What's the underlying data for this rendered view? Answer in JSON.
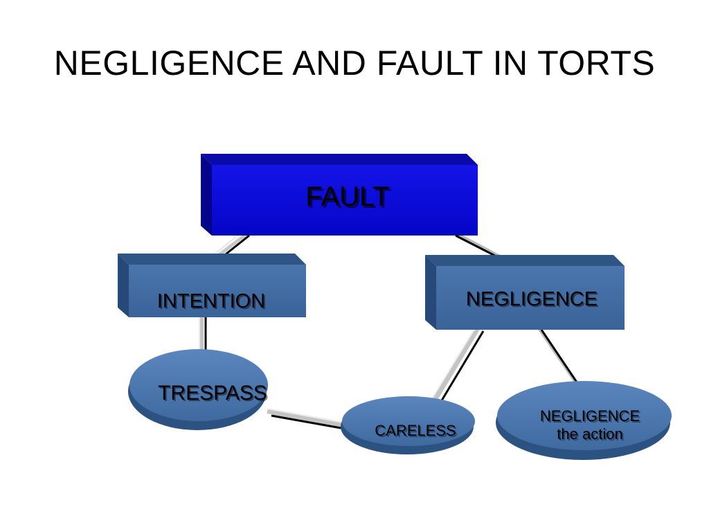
{
  "slide": {
    "title": "NEGLIGENCE AND FAULT IN TORTS"
  },
  "diagram": {
    "nodes": {
      "fault": {
        "label": "FAULT",
        "shape": "3d-box",
        "color": "#0a0ad8"
      },
      "intention": {
        "label": "INTENTION",
        "shape": "3d-box",
        "color": "#3f6aa0"
      },
      "negligence": {
        "label": "NEGLIGENCE",
        "shape": "3d-box",
        "color": "#3f6aa0"
      },
      "trespass": {
        "label": "TRESPASS",
        "shape": "3d-ellipse",
        "color": "#3f6aa0"
      },
      "careless": {
        "label": "CARELESS",
        "shape": "3d-ellipse",
        "color": "#3f6aa0"
      },
      "negligence_action": {
        "label_line1": "NEGLIGENCE",
        "label_line2": "the action",
        "shape": "3d-ellipse",
        "color": "#3f6aa0"
      }
    },
    "edges": [
      {
        "from": "fault",
        "to": "intention"
      },
      {
        "from": "fault",
        "to": "negligence"
      },
      {
        "from": "intention",
        "to": "trespass"
      },
      {
        "from": "negligence",
        "to": "careless"
      },
      {
        "from": "negligence",
        "to": "negligence_action"
      },
      {
        "from": "trespass",
        "to": "careless"
      }
    ]
  }
}
